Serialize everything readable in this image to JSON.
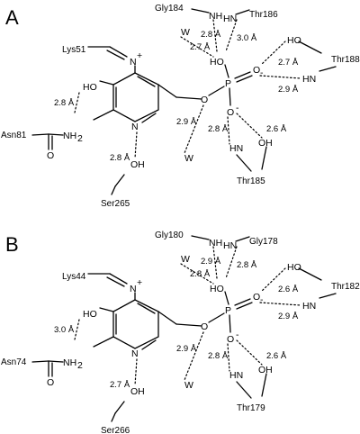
{
  "panels": [
    {
      "letter": "A",
      "residues": {
        "gly": "Gly184",
        "thr_top": "Thr186",
        "lys": "Lys51",
        "thr_right": "Thr188",
        "asn": "Asn81",
        "thr_bottom": "Thr185",
        "ser": "Ser265"
      },
      "atoms": {
        "nh": "NH",
        "hn": "HN",
        "ho": "HO",
        "oh": "OH",
        "o": "O",
        "w": "W",
        "p": "P",
        "n_plus": "N",
        "plus": "+",
        "minus": "-",
        "nh2": "NH",
        "two": "2",
        "n": "N"
      },
      "distances": {
        "w_top": "2.7 Å",
        "nh_top": "2.8 Å",
        "thr186": "3.0 Å",
        "ho_right": "2.7 Å",
        "hn_right": "2.9 Å",
        "asn": "2.8 Å",
        "ser": "2.8 Å",
        "w_bottom": "2.9 Å",
        "thr185_hn": "2.8 Å",
        "thr185_oh": "2.6 Å"
      }
    },
    {
      "letter": "B",
      "residues": {
        "gly": "Gly180",
        "thr_top": "Gly178",
        "lys": "Lys44",
        "thr_right": "Thr182",
        "asn": "Asn74",
        "thr_bottom": "Thr179",
        "ser": "Ser266"
      },
      "atoms": {
        "nh": "NH",
        "hn": "HN",
        "ho": "HO",
        "oh": "OH",
        "o": "O",
        "w": "W",
        "p": "P",
        "n_plus": "N",
        "plus": "+",
        "minus": "-",
        "nh2": "NH",
        "two": "2",
        "n": "N"
      },
      "distances": {
        "w_top": "2.8 Å",
        "nh_top": "2.9 Å",
        "thr186": "2.8 Å",
        "ho_right": "2.6 Å",
        "hn_right": "2.9 Å",
        "asn": "3.0 Å",
        "ser": "2.7 Å",
        "w_bottom": "2.9 Å",
        "thr185_hn": "2.8 Å",
        "thr185_oh": "2.6 Å"
      }
    }
  ]
}
